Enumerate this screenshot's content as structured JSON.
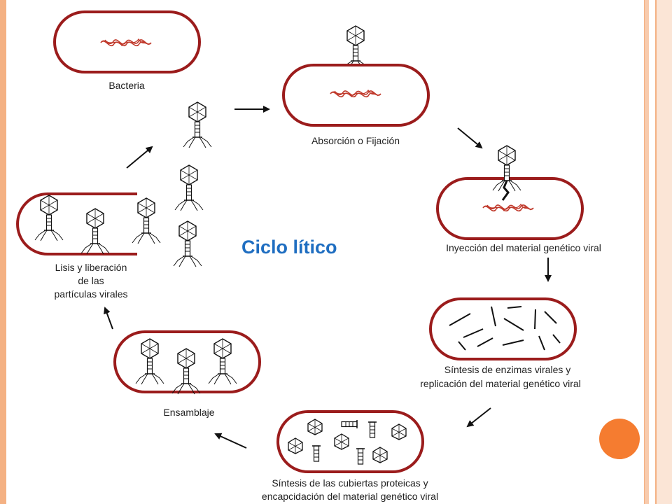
{
  "title": "Ciclo lítico",
  "stages": {
    "bacteria": "Bacteria",
    "absorcion": "Absorción o Fijación",
    "inyeccion": "Inyección del material genético viral",
    "sintesis_enzimas_1": "Síntesis de enzimas virales y",
    "sintesis_enzimas_2": "replicación del material genético viral",
    "sintesis_cubiertas_1": "Síntesis de las cubiertas proteicas y",
    "sintesis_cubiertas_2": "encapcidación del material genético viral",
    "ensamblaje": "Ensamblaje",
    "lisis_1": "Lisis y liberación",
    "lisis_2": "de las",
    "lisis_3": "partículas virales"
  },
  "colors": {
    "cell_wall": "#9b1c1c",
    "dna": "#c0392b",
    "title": "#1f6ec1",
    "accent_orb": "#f57c30"
  }
}
